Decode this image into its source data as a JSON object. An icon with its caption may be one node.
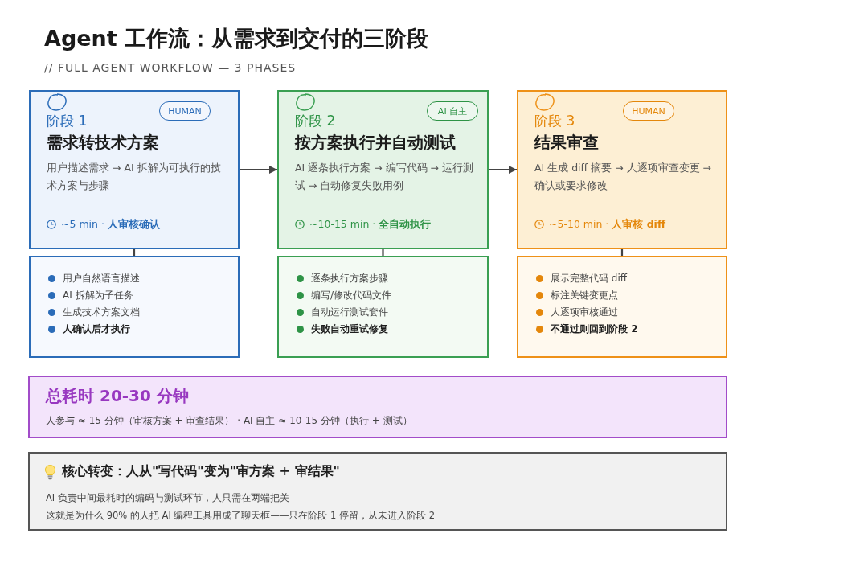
{
  "diagram": {
    "title": "Agent 工作流：从需求到交付的三阶段",
    "nodes": [
      {
        "text": [
          "阶段 1",
          "需求转技术方案",
          "用户描述需求 → AI 拆解为可执行的技术方案与步骤",
          "~5 min · **人审核确认**"
        ]
      },
      {
        "text": [
          "HUMAN"
        ],
        "in": 0
      },
      {
        "text": [
          "阶段 2",
          "按方案执行并自动测试",
          "AI 逐条执行方案 → 编写代码 → 运行测试 → 自动修复失败用例",
          "~10-15 min · **全自动执行**"
        ]
      },
      {
        "text": [
          "AI 自主"
        ],
        "in": 2
      },
      {
        "text": [
          "阶段 3",
          "结果审查",
          "AI 生成 diff 摘要 → 人逐项审查变更 → 确认或要求修改",
          "~5-10 min · **人审核 diff**"
        ]
      },
      {
        "text": [
          "HUMAN"
        ],
        "in": 4
      },
      {
        "text": [
          "用户自然语言描述",
          "AI 拆解为子任务",
          "生成技术方案文档",
          "人确认后才执行"
        ]
      },
      {
        "text": [
          "逐条执行方案步骤",
          "编写/修改代码文件",
          "自动运行测试套件",
          "失败自动重试修复"
        ]
      },
      {
        "text": [
          "展示完整代码 diff",
          "标注关键变更点",
          "人逐项审核通过",
          "不通过则回到阶段 2"
        ]
      },
      {
        "text": [
          "总耗时 20-30 分钟",
          "人参与 ≈ 15 分钟（审核方案 + 审查结果） · AI 自主 ≈ 10-15 分钟（执行 + 测试）"
        ]
      },
      {
        "text": [
          "核心转变：人从\"写代码\"变为\"审方案 + 审结果\"",
          "AI 负责中间最耗时的编码与测试环节，人只需在两端把关",
          "这就是为什么 90% 的人把 AI 编程工具用成了聊天框——只在阶段 1 停留，从未进入阶段 2"
        ]
      }
    ],
    "edges": [
      {
        "from": 0,
        "to": 2,
        "arrow": "to"
      },
      {
        "from": 2,
        "to": 4,
        "arrow": "to"
      },
      {
        "from": 0,
        "to": 6,
        "arrow": "none"
      },
      {
        "from": 2,
        "to": 7,
        "arrow": "none"
      },
      {
        "from": 4,
        "to": 8,
        "arrow": "none"
      }
    ],
    "labels": [
      "// FULL AGENT WORKFLOW — 3 PHASES"
    ]
  }
}
